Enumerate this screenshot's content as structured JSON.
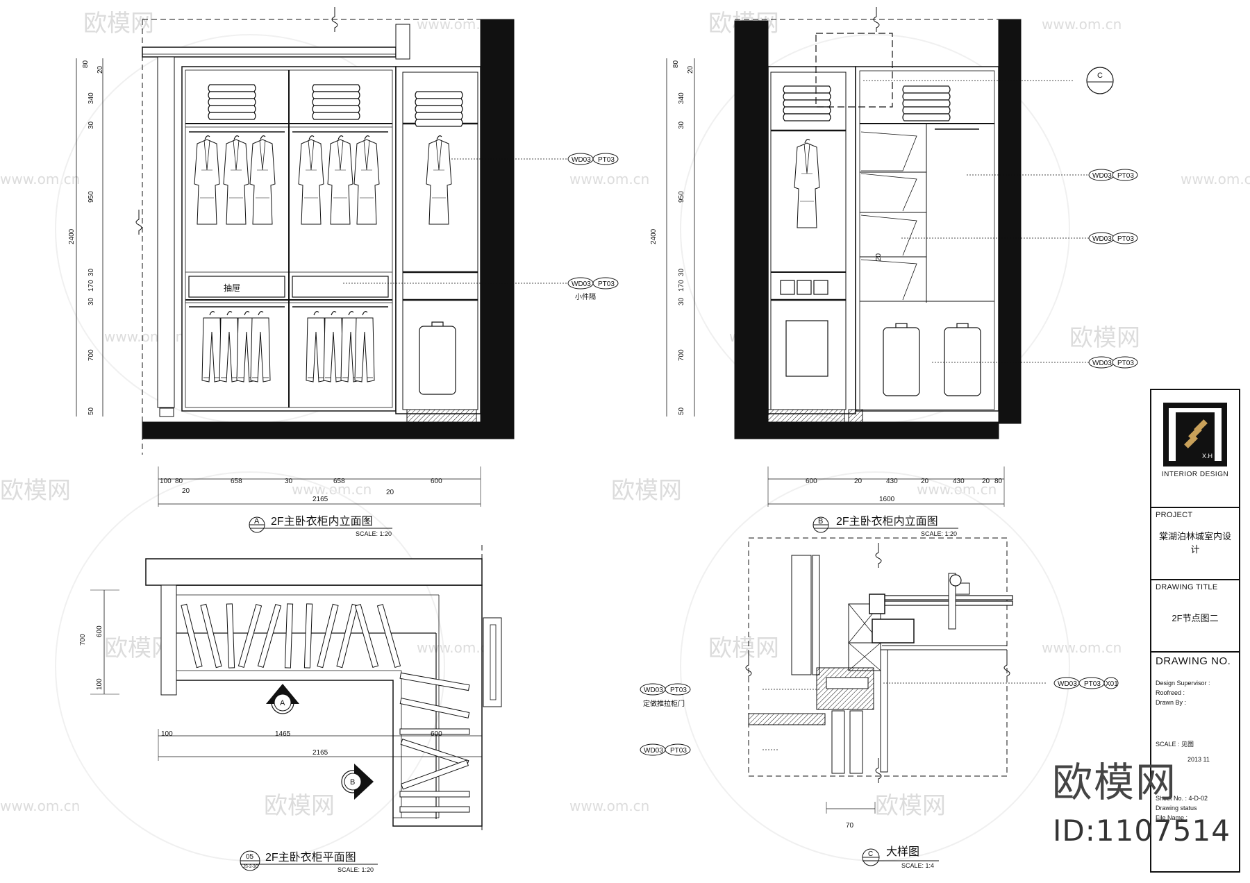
{
  "elevation_a": {
    "title": "2F主卧衣柜内立面图",
    "marker": "A",
    "scale": "SCALE: 1:20",
    "vdims": [
      "80",
      "20",
      "340",
      "30",
      "950",
      "30",
      "170",
      "30",
      "700",
      "50"
    ],
    "vtotal": "2400",
    "hdims": [
      "100",
      "80",
      "658",
      "30",
      "658",
      "600"
    ],
    "hsub": [
      "20",
      "20"
    ],
    "htotal": "2165",
    "drawer_label": "抽屉",
    "tag1": [
      "WD03",
      "PT03"
    ],
    "tag2": [
      "WD03",
      "PT03"
    ],
    "tag2_note": "小件隔"
  },
  "elevation_b": {
    "title": "2F主卧衣柜内立面图",
    "marker": "B",
    "scale": "SCALE: 1:20",
    "vdims": [
      "80",
      "20",
      "340",
      "30",
      "950",
      "30",
      "170",
      "30",
      "700",
      "50"
    ],
    "vtotal": "2400",
    "hdims": [
      "600",
      "20",
      "430",
      "20",
      "430",
      "20",
      "80"
    ],
    "htotal": "1600",
    "detail_marker": "C",
    "inner_dim": "20",
    "tags": [
      [
        "WD03",
        "PT03"
      ],
      [
        "WD03",
        "PT03"
      ],
      [
        "WD03",
        "PT03"
      ]
    ]
  },
  "plan": {
    "title": "2F主卧衣柜平面图",
    "marker_top": "05",
    "marker_bottom": "JS-2-3C",
    "scale": "SCALE: 1:20",
    "vdims": [
      "700",
      "600",
      "100"
    ],
    "hdims": [
      "100",
      "1465",
      "600"
    ],
    "htotal": "2165",
    "section_markers": [
      "A",
      "B"
    ]
  },
  "detail": {
    "title": "大样图",
    "marker": "C",
    "scale": "SCALE: 1:4",
    "dim": "70",
    "tag_left1": [
      "WD03",
      "PT03"
    ],
    "tag_left1_note": "定做推拉柜门",
    "tag_left2": [
      "WD03",
      "PT03"
    ],
    "tag_right": [
      "WD03",
      "PT03",
      "X01"
    ]
  },
  "title_block": {
    "brand": "INTERIOR DESIGN",
    "logo_mark": "X.H",
    "project_caption": "PROJECT",
    "project_name": "棠湖泊林城室内设计",
    "drawing_title_caption": "DRAWING TITLE",
    "drawing_title": "2F节点图二",
    "drawing_no_caption": "DRAWING NO.",
    "design_supervisor": "Design Supervisor :",
    "roofreed": "Roofreed   :",
    "drawn_by": "Drawn By   :",
    "scale_label": "SCALE",
    "scale_value": "   : 见图",
    "date_value": "2013 11",
    "sheet_no": "Sheet No.   : 4-D-02",
    "drawing_status": "Drawing status",
    "file_name": "File Name  :"
  },
  "watermark": {
    "brand": "欧模网",
    "url": "www.om.cn",
    "id": "ID:1107514"
  }
}
